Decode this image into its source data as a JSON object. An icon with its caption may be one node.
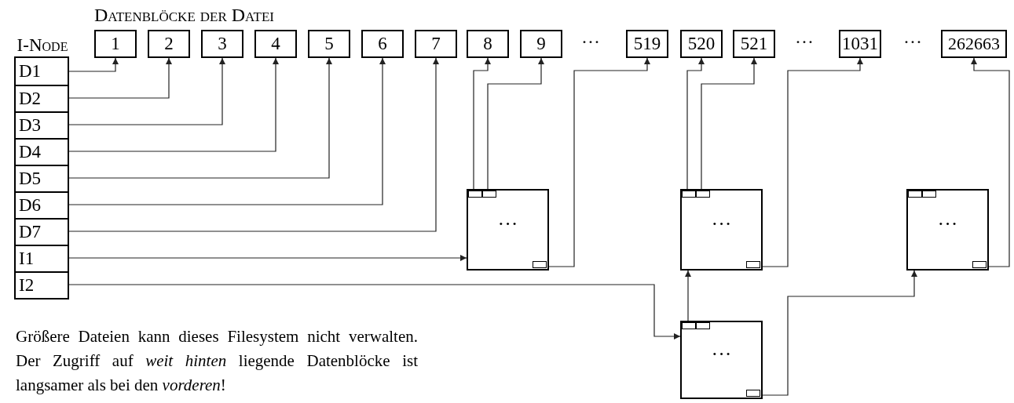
{
  "diagram": {
    "title": "Datenblöcke der Datei",
    "nodes": [
      {
        "text": [
          "I-Node"
        ]
      },
      {
        "text": [
          "D1"
        ],
        "in": 0
      },
      {
        "text": [
          "D2"
        ],
        "in": 0
      },
      {
        "text": [
          "D3"
        ],
        "in": 0
      },
      {
        "text": [
          "D4"
        ],
        "in": 0
      },
      {
        "text": [
          "D5"
        ],
        "in": 0
      },
      {
        "text": [
          "D6"
        ],
        "in": 0
      },
      {
        "text": [
          "D7"
        ],
        "in": 0
      },
      {
        "text": [
          "I1"
        ],
        "in": 0
      },
      {
        "text": [
          "I2"
        ],
        "in": 0
      },
      {
        "text": [
          "1"
        ]
      },
      {
        "text": [
          "2"
        ]
      },
      {
        "text": [
          "3"
        ]
      },
      {
        "text": [
          "4"
        ]
      },
      {
        "text": [
          "5"
        ]
      },
      {
        "text": [
          "6"
        ]
      },
      {
        "text": [
          "7"
        ]
      },
      {
        "text": [
          "8"
        ]
      },
      {
        "text": [
          "9"
        ]
      },
      {
        "text": [
          "519"
        ]
      },
      {
        "text": [
          "520"
        ]
      },
      {
        "text": [
          "521"
        ]
      },
      {
        "text": [
          "1031"
        ]
      },
      {
        "text": [
          "262663"
        ]
      },
      {
        "text": [
          "···"
        ]
      },
      {
        "text": [
          "···"
        ]
      },
      {
        "text": [
          "···"
        ]
      },
      {
        "text": [
          "···"
        ]
      }
    ],
    "edges": [
      {
        "from": 1,
        "to": 10,
        "arrow": "to"
      },
      {
        "from": 2,
        "to": 11,
        "arrow": "to"
      },
      {
        "from": 3,
        "to": 12,
        "arrow": "to"
      },
      {
        "from": 4,
        "to": 13,
        "arrow": "to"
      },
      {
        "from": 5,
        "to": 14,
        "arrow": "to"
      },
      {
        "from": 6,
        "to": 15,
        "arrow": "to"
      },
      {
        "from": 7,
        "to": 16,
        "arrow": "to"
      },
      {
        "from": 8,
        "to": 24,
        "arrow": "to"
      },
      {
        "from": 9,
        "to": 27,
        "arrow": "to"
      },
      {
        "from": 24,
        "to": 17,
        "arrow": "to"
      },
      {
        "from": 24,
        "to": 18,
        "arrow": "to"
      },
      {
        "from": 24,
        "to": 19,
        "arrow": "to"
      },
      {
        "from": 25,
        "to": 20,
        "arrow": "to"
      },
      {
        "from": 25,
        "to": 21,
        "arrow": "to"
      },
      {
        "from": 25,
        "to": 22,
        "arrow": "to"
      },
      {
        "from": 27,
        "to": 25,
        "arrow": "to"
      },
      {
        "from": 27,
        "to": 26,
        "arrow": "to"
      },
      {
        "from": 26,
        "to": 23,
        "arrow": "to"
      }
    ],
    "labels": [
      "···",
      "···",
      "···"
    ],
    "caption": "Größere Dateien kann dieses Filesystem nicht verwalten. Der Zugriff auf *weit hinten* liegende Datenblöcke ist langsamer als bei den *vorderen*!"
  }
}
